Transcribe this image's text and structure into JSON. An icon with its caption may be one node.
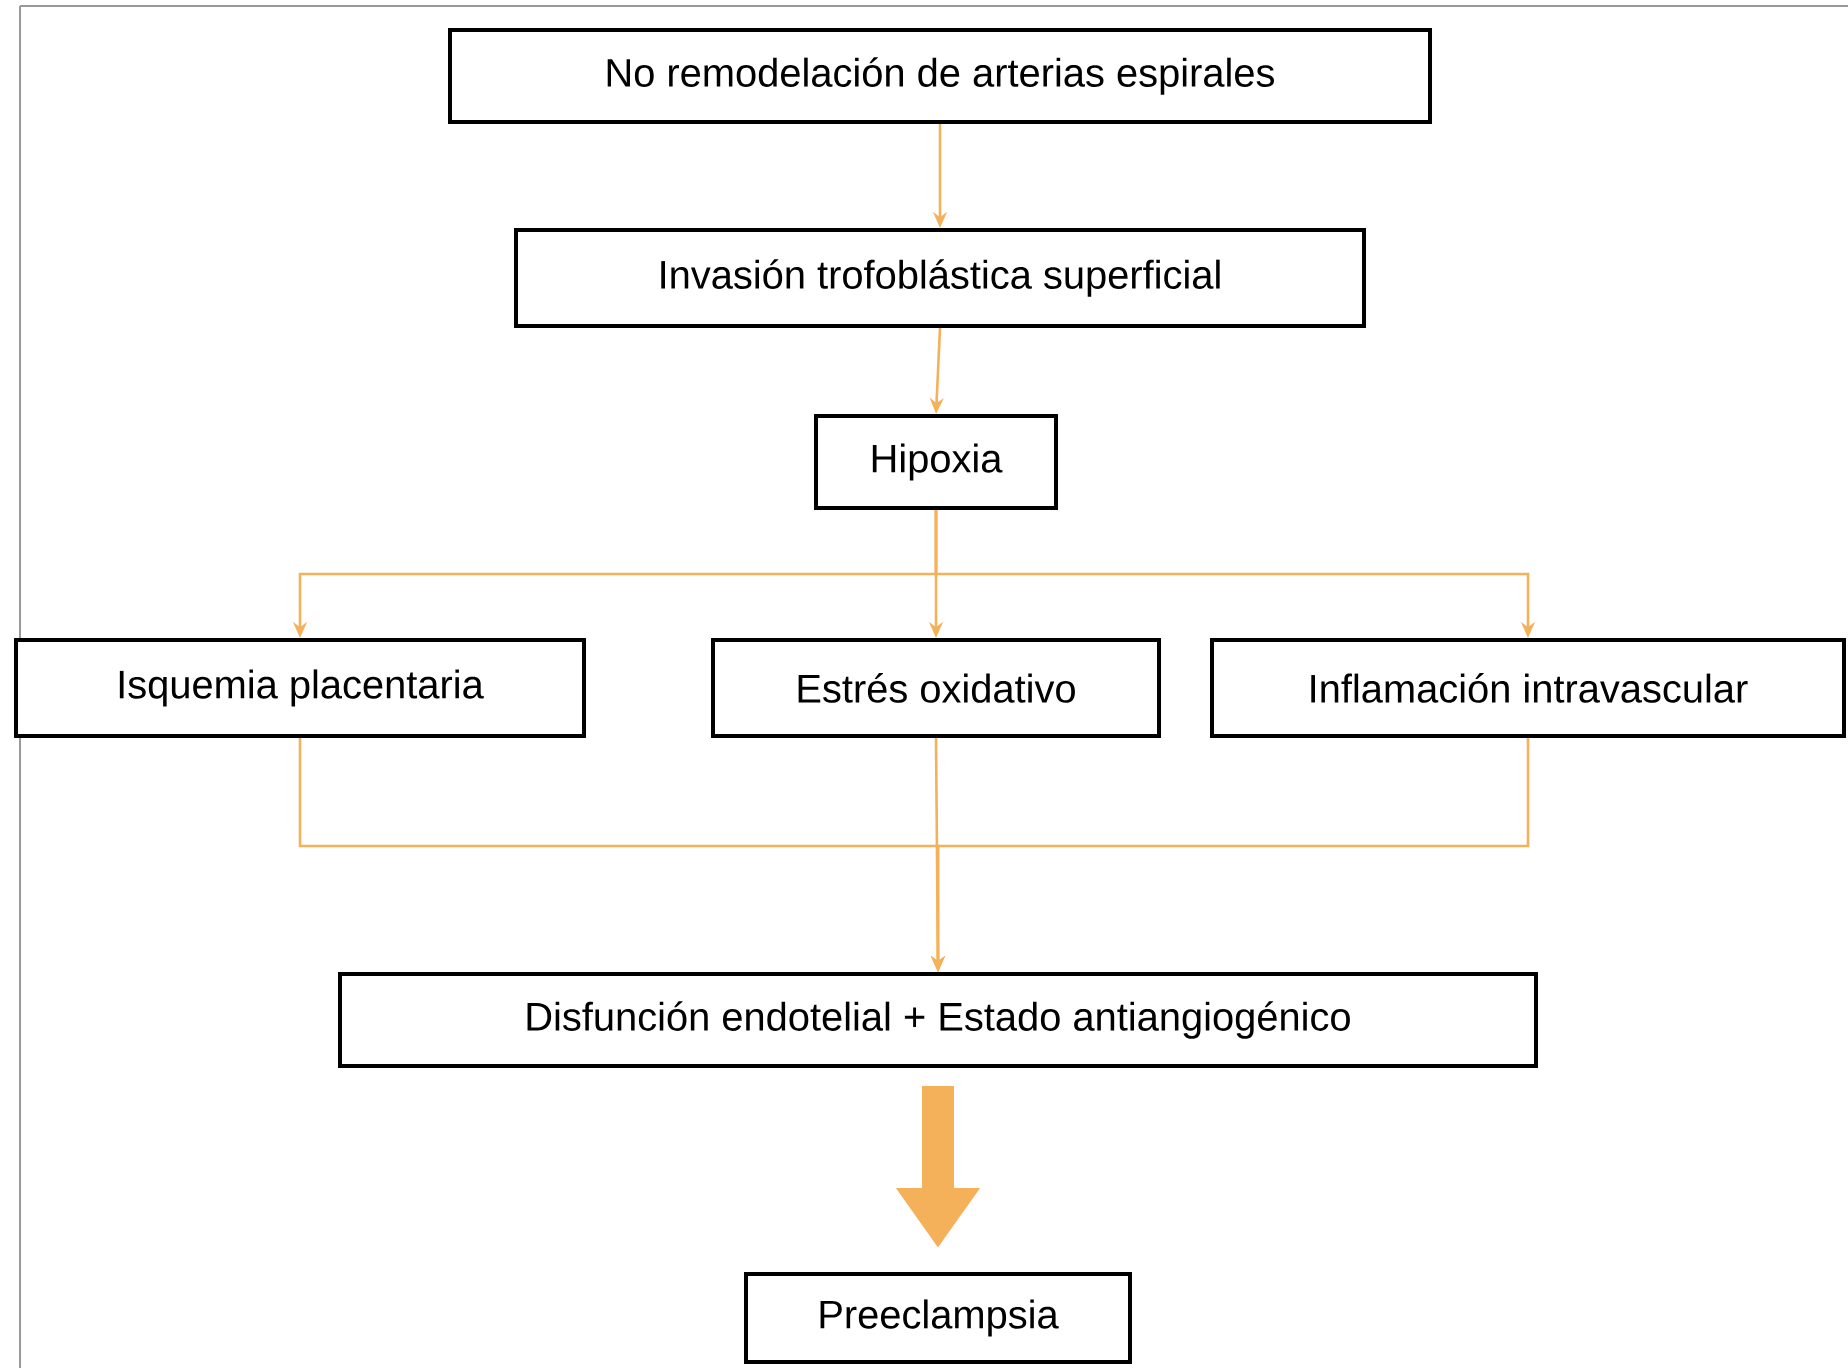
{
  "diagram": {
    "nodes": [
      {
        "text": [
          "No remodelación de arterias espirales"
        ]
      },
      {
        "text": [
          "Invasión trofoblástica superficial"
        ]
      },
      {
        "text": [
          "Hipoxia"
        ]
      },
      {
        "text": [
          "Isquemia placentaria"
        ]
      },
      {
        "text": [
          "Estrés oxidativo"
        ]
      },
      {
        "text": [
          "Inflamación intravascular"
        ]
      },
      {
        "text": [
          "Disfunción endotelial + Estado antiangiogénico"
        ]
      },
      {
        "text": [
          "Preeclampsia"
        ]
      }
    ],
    "edges": [
      {
        "from": 0,
        "to": 1,
        "arrow": "to"
      },
      {
        "from": 1,
        "to": 2,
        "arrow": "to"
      },
      {
        "from": 2,
        "to": 3,
        "arrow": "to"
      },
      {
        "from": 2,
        "to": 4,
        "arrow": "to"
      },
      {
        "from": 2,
        "to": 5,
        "arrow": "to"
      },
      {
        "from": 3,
        "to": 6,
        "arrow": "to"
      },
      {
        "from": 4,
        "to": 6,
        "arrow": "to"
      },
      {
        "from": 5,
        "to": 6,
        "arrow": "to"
      },
      {
        "from": 6,
        "to": 7,
        "arrow": "to",
        "style": "thick"
      }
    ]
  }
}
